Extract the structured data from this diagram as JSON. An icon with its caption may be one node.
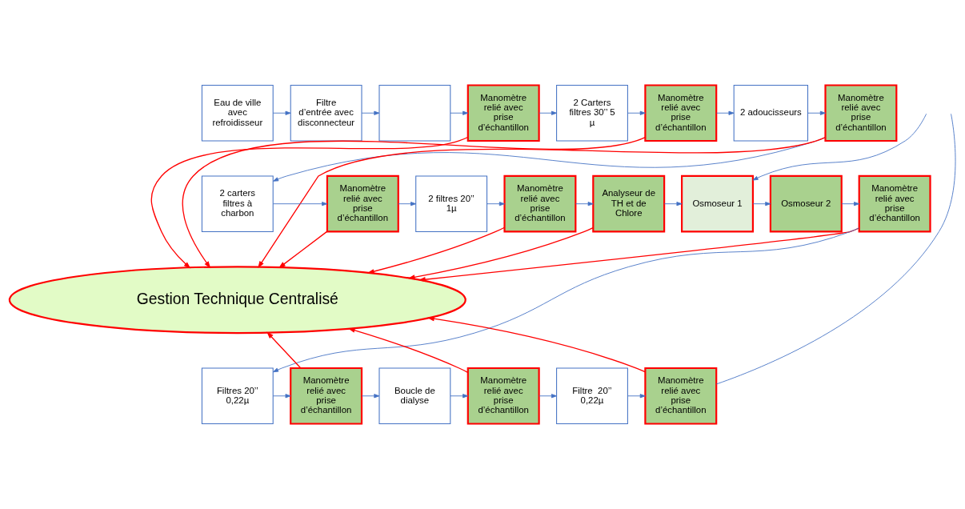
{
  "diagram": {
    "nodes": [
      {
        "text": [
          "Eau de ville avec refroidisseur"
        ]
      },
      {
        "text": [
          "Filtre d’entrée avec disconnecteur"
        ]
      },
      {
        "text": [],
        "shape": "box"
      },
      {
        "text": [
          "Manomètre relié avec prise d’échantillon"
        ]
      },
      {
        "text": [
          "2 Carters filtres 30’’ 5 µ"
        ]
      },
      {
        "text": [
          "Manomètre relié avec prise d’échantillon"
        ]
      },
      {
        "text": [
          "2 adoucisseurs"
        ]
      },
      {
        "text": [
          "Manomètre relié avec prise d’échantillon"
        ]
      },
      {
        "text": [
          "2 carters filtres à charbon"
        ]
      },
      {
        "text": [
          "Manomètre relié avec prise d’échantillon"
        ]
      },
      {
        "text": [
          "2 filtres 20’’ 1µ"
        ]
      },
      {
        "text": [
          "Manomètre relié avec prise d’échantillon"
        ]
      },
      {
        "text": [
          "Analyseur de TH et de Chlore"
        ]
      },
      {
        "text": [
          "Osmoseur 1"
        ]
      },
      {
        "text": [
          "Osmoseur 2"
        ]
      },
      {
        "text": [
          "Manomètre relié avec prise d’échantillon"
        ]
      },
      {
        "text": [
          "Gestion Technique Centralisé"
        ]
      },
      {
        "text": [
          "Filtres 20’’ 0,22µ"
        ]
      },
      {
        "text": [
          "Manomètre relié avec prise d’échantillon"
        ]
      },
      {
        "text": [
          "Boucle de dialyse"
        ]
      },
      {
        "text": [
          "Manomètre relié avec prise d’échantillon"
        ]
      },
      {
        "text": [
          "Filtre  20’’ 0,22µ"
        ]
      },
      {
        "text": [
          "Manomètre relié avec prise d’échantillon"
        ]
      }
    ],
    "edges": [
      {
        "from": 0,
        "to": 1,
        "arrow": "to"
      },
      {
        "from": 1,
        "to": 2,
        "arrow": "to"
      },
      {
        "from": 2,
        "to": 3,
        "arrow": "to"
      },
      {
        "from": 3,
        "to": 4,
        "arrow": "to"
      },
      {
        "from": 4,
        "to": 5,
        "arrow": "to"
      },
      {
        "from": 5,
        "to": 6,
        "arrow": "to"
      },
      {
        "from": 6,
        "to": 7,
        "arrow": "to"
      },
      {
        "from": 7,
        "to": 8,
        "arrow": "to"
      },
      {
        "from": 8,
        "to": 9,
        "arrow": "to"
      },
      {
        "from": 9,
        "to": 10,
        "arrow": "to"
      },
      {
        "from": 10,
        "to": 11,
        "arrow": "to"
      },
      {
        "from": 11,
        "to": 12,
        "arrow": "to"
      },
      {
        "from": 12,
        "to": 13,
        "arrow": "to"
      },
      {
        "from": 13,
        "to": 14,
        "arrow": "to"
      },
      {
        "from": 14,
        "to": 15,
        "arrow": "to"
      },
      {
        "from": 15,
        "to": 17,
        "arrow": "to"
      },
      {
        "from": 17,
        "to": 18,
        "arrow": "to"
      },
      {
        "from": 18,
        "to": 19,
        "arrow": "to"
      },
      {
        "from": 19,
        "to": 20,
        "arrow": "to"
      },
      {
        "from": 20,
        "to": 21,
        "arrow": "to"
      },
      {
        "from": 21,
        "to": 22,
        "arrow": "to"
      },
      {
        "from": null,
        "to": 13,
        "arrow": "to"
      },
      {
        "from": 22,
        "to": null,
        "arrow": "none"
      },
      {
        "from": 3,
        "to": 16,
        "arrow": "to",
        "color": "#ff0000"
      },
      {
        "from": 5,
        "to": 16,
        "arrow": "to",
        "color": "#ff0000"
      },
      {
        "from": 7,
        "to": 16,
        "arrow": "to",
        "color": "#ff0000"
      },
      {
        "from": 9,
        "to": 16,
        "arrow": "to",
        "color": "#ff0000"
      },
      {
        "from": 11,
        "to": 16,
        "arrow": "to",
        "color": "#ff0000"
      },
      {
        "from": 12,
        "to": 16,
        "arrow": "to",
        "color": "#ff0000"
      },
      {
        "from": 15,
        "to": 16,
        "arrow": "to",
        "color": "#ff0000"
      },
      {
        "from": 18,
        "to": 16,
        "arrow": "to",
        "color": "#ff0000"
      },
      {
        "from": 20,
        "to": 16,
        "arrow": "to",
        "color": "#ff0000"
      },
      {
        "from": 22,
        "to": 16,
        "arrow": "to",
        "color": "#ff0000"
      }
    ]
  }
}
